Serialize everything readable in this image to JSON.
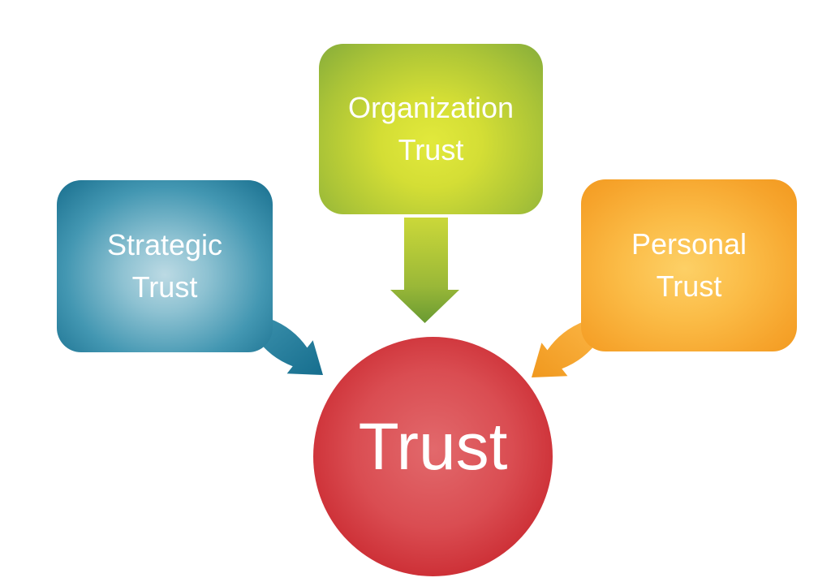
{
  "diagram": {
    "background_color": "#ffffff",
    "center_node": {
      "label": "Trust",
      "shape": "circle",
      "fill_center": "#e2696c",
      "fill_edge": "#bf2028",
      "text_color": "#ffffff"
    },
    "source_nodes": [
      {
        "id": "strategic-trust",
        "lines": [
          "Strategic",
          "Trust"
        ],
        "fill_center": "#bcdae4",
        "fill_edge": "#1d7392",
        "text_color": "#ffffff",
        "arrow_color_from": "#3b90ac",
        "arrow_color_to": "#166e8e",
        "arrow_direction": "down-right toward center circle"
      },
      {
        "id": "organization-trust",
        "lines": [
          "Organization",
          "Trust"
        ],
        "fill_center": "#e2e93c",
        "fill_edge": "#8bb03a",
        "text_color": "#ffffff",
        "arrow_color_from": "#cbd839",
        "arrow_color_to": "#699a32",
        "arrow_direction": "straight down toward center circle"
      },
      {
        "id": "personal-trust",
        "lines": [
          "Personal",
          "Trust"
        ],
        "fill_center": "#fdd066",
        "fill_edge": "#f2991f",
        "text_color": "#ffffff",
        "arrow_color_from": "#fbb544",
        "arrow_color_to": "#f0981e",
        "arrow_direction": "down-left toward center circle"
      }
    ]
  }
}
